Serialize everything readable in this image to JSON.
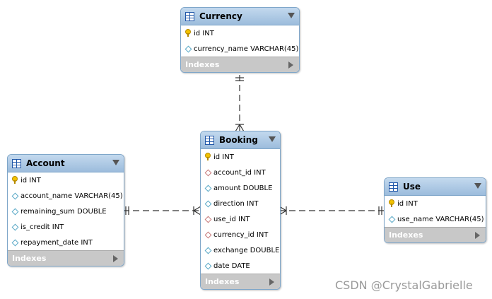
{
  "tables": {
    "currency": {
      "name": "Currency",
      "columns": [
        {
          "key": "pk",
          "text": "id INT"
        },
        {
          "key": "col",
          "text": "currency_name VARCHAR(45)"
        }
      ],
      "footer": "Indexes"
    },
    "account": {
      "name": "Account",
      "columns": [
        {
          "key": "pk",
          "text": "id INT"
        },
        {
          "key": "col",
          "text": "account_name VARCHAR(45)"
        },
        {
          "key": "col",
          "text": "remaining_sum DOUBLE"
        },
        {
          "key": "col",
          "text": "is_credit INT"
        },
        {
          "key": "col",
          "text": "repayment_date INT"
        }
      ],
      "footer": "Indexes"
    },
    "booking": {
      "name": "Booking",
      "columns": [
        {
          "key": "pk",
          "text": "id INT"
        },
        {
          "key": "fk",
          "text": "account_id INT"
        },
        {
          "key": "col",
          "text": "amount DOUBLE"
        },
        {
          "key": "col",
          "text": "direction INT"
        },
        {
          "key": "fk",
          "text": "use_id INT"
        },
        {
          "key": "fk",
          "text": "currency_id INT"
        },
        {
          "key": "col",
          "text": "exchange DOUBLE"
        },
        {
          "key": "col",
          "text": "date DATE"
        }
      ],
      "footer": "Indexes"
    },
    "use": {
      "name": "Use",
      "columns": [
        {
          "key": "pk",
          "text": "id INT"
        },
        {
          "key": "col",
          "text": "use_name VARCHAR(45)"
        }
      ],
      "footer": "Indexes"
    }
  },
  "relationships": [
    {
      "from": "currency",
      "to": "booking",
      "from_card": "one",
      "to_card": "many"
    },
    {
      "from": "account",
      "to": "booking",
      "from_card": "one",
      "to_card": "many"
    },
    {
      "from": "use",
      "to": "booking",
      "from_card": "one",
      "to_card": "many"
    }
  ],
  "watermark": "CSDN @CrystalGabrielle",
  "colors": {
    "header": "#9cbcdc",
    "footer": "#c8c8c8",
    "border": "#7fa6c9",
    "key": "#f2c200"
  }
}
